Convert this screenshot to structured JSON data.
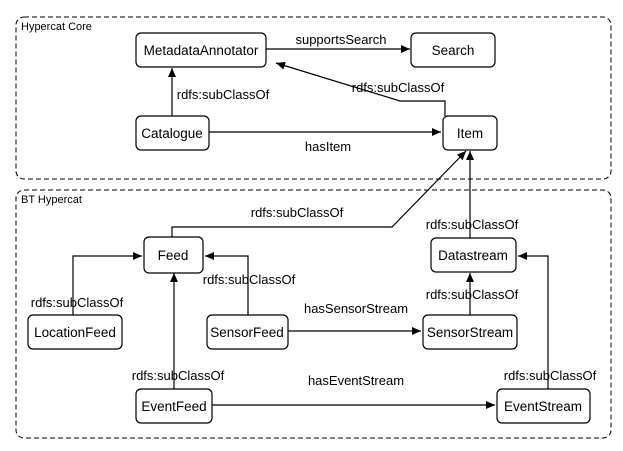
{
  "groups": {
    "core": "Hypercat Core",
    "bt": "BT Hypercat"
  },
  "nodes": {
    "metadata_annotator": "MetadataAnnotator",
    "search": "Search",
    "catalogue": "Catalogue",
    "item": "Item",
    "feed": "Feed",
    "datastream": "Datastream",
    "location_feed": "LocationFeed",
    "sensor_feed": "SensorFeed",
    "sensor_stream": "SensorStream",
    "event_feed": "EventFeed",
    "event_stream": "EventStream"
  },
  "edges": {
    "supports_search": "supportsSearch",
    "item_subclass": "rdfs:subClassOf",
    "catalogue_subclass": "rdfs:subClassOf",
    "has_item": "hasItem",
    "feed_subclass": "rdfs:subClassOf",
    "datastream_subclass": "rdfs:subClassOf",
    "location_feed_subclass": "rdfs:subClassOf",
    "sensor_feed_subclass": "rdfs:subClassOf",
    "sensor_stream_subclass": "rdfs:subClassOf",
    "has_sensor_stream": "hasSensorStream",
    "event_feed_subclass": "rdfs:subClassOf",
    "event_stream_subclass": "rdfs:subClassOf",
    "has_event_stream": "hasEventStream"
  }
}
